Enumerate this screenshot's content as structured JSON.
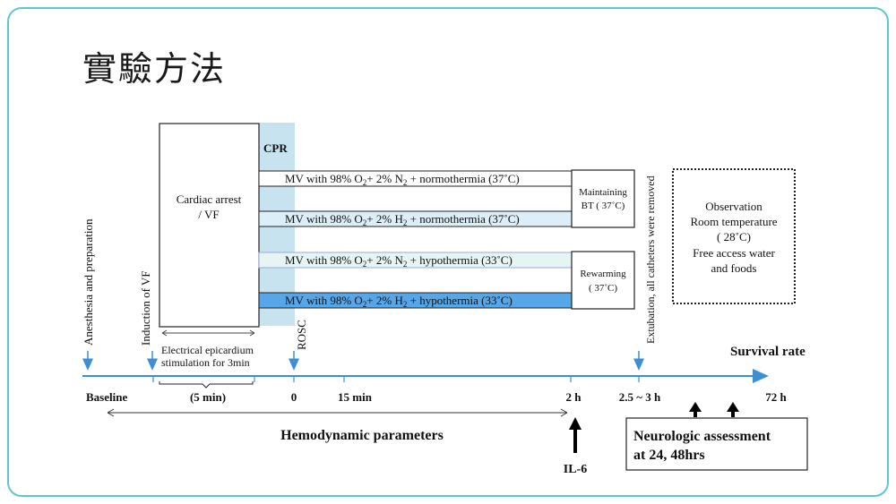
{
  "title": "實驗方法",
  "colors": {
    "border": "#5fc6cf",
    "cpr_band": "#c6e3ef",
    "arrow_blue": "#3c8fd6",
    "row_light": "#dceef7",
    "row_mid": "#bcdcf0",
    "row_dark": "#56a6e8"
  },
  "labels": {
    "cpr": "CPR",
    "cardiac_arrest_1": "Cardiac arrest",
    "cardiac_arrest_2": "/ VF",
    "maintaining_1": "Maintaining",
    "maintaining_2": "BT ( 37˚C)",
    "rewarming_1": "Rewarming",
    "rewarming_2": "( 37˚C)",
    "observation": [
      "Observation",
      "Room temperature",
      "( 28˚C)",
      "Free access water",
      "and foods"
    ],
    "anesthesia": "Anesthesia and preparation",
    "induction": "Induction of VF",
    "rosc": "ROSC",
    "extubation": "Extubation, all catheters were removed",
    "epicardium_1": "Electrical epicardium",
    "epicardium_2": "stimulation for 3min",
    "survival": "Survival rate",
    "hemodynamic": "Hemodynamic parameters",
    "il6": "IL-6",
    "neuro_1": "Neurologic assessment",
    "neuro_2": "at 24, 48hrs"
  },
  "rows": [
    {
      "pre": "MV with 98%  O",
      "mid": "+ 2% N",
      "post": " + normothermia (37˚C)"
    },
    {
      "pre": "MV with 98%  O",
      "mid": "+ 2% H",
      "post": " + normothermia (37˚C)"
    },
    {
      "pre": "MV with 98%  O",
      "mid": "+ 2% N",
      "post": " + hypothermia (33˚C)"
    },
    {
      "pre": "MV with 98%  O",
      "mid": "+ 2% H",
      "post": " + hypothermia (33˚C)"
    }
  ],
  "timeline": {
    "baseline": "Baseline",
    "five_min": "(5 min)",
    "zero": "0",
    "fifteen": "15 min",
    "two_h": "2 h",
    "extub": "2.5 ~ 3 h",
    "seventy_two": "72 h"
  }
}
